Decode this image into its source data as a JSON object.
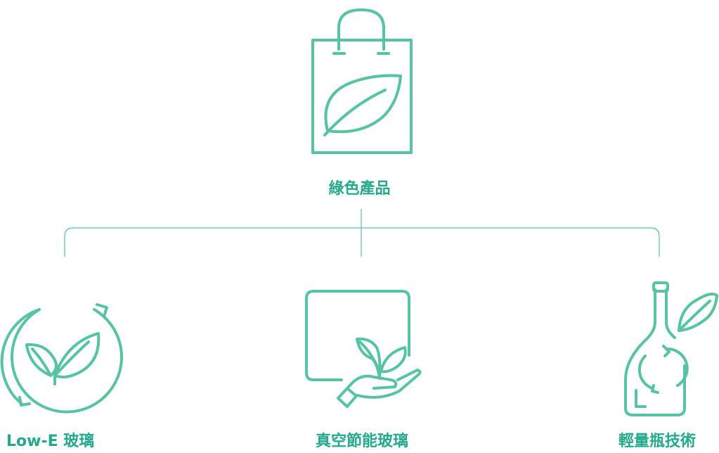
{
  "colors": {
    "accent": "#56c4a3",
    "label": "#24a98c"
  },
  "root": {
    "label": "綠色產品",
    "icon": "shopping-bag-leaf-icon"
  },
  "children": [
    {
      "label": "Low-E 玻璃",
      "icon": "recycle-leaves-icon"
    },
    {
      "label": "真空節能玻璃",
      "icon": "hand-sprout-glass-icon"
    },
    {
      "label": "輕量瓶技術",
      "icon": "bottle-recycle-leaf-icon"
    }
  ]
}
